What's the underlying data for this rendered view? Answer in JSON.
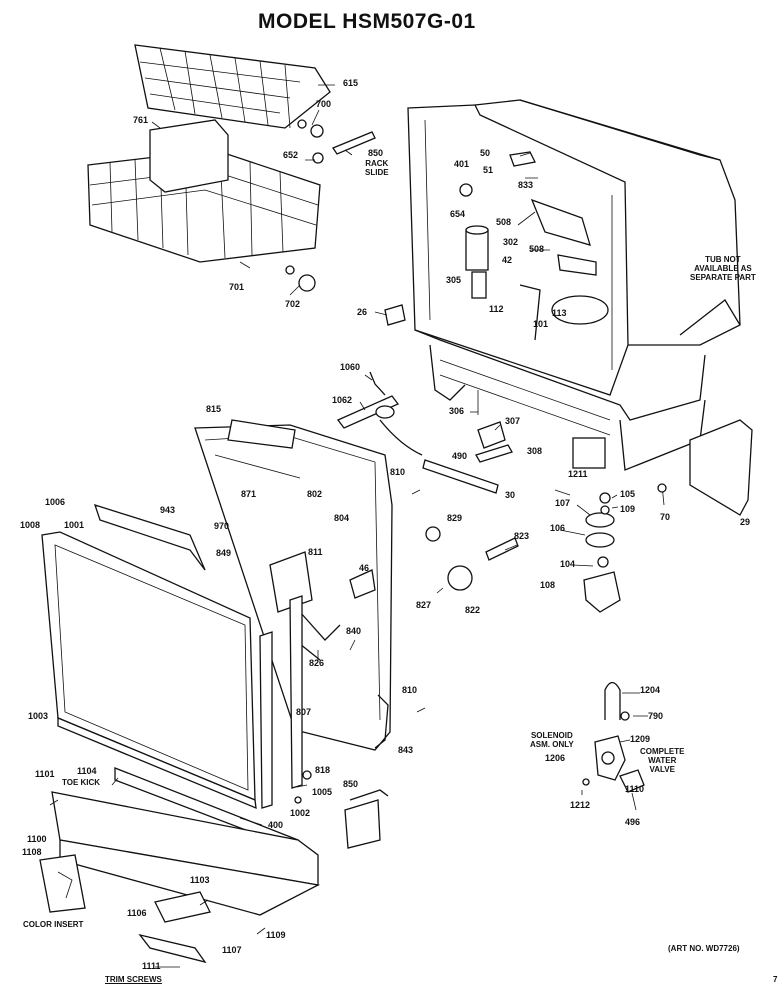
{
  "title": "MODEL HSM507G-01",
  "art_no": "(ART NO. WD7726)",
  "page_mark": "7",
  "notes": {
    "tub": "TUB NOT\nAVAILABLE AS\nSEPARATE PART",
    "rack_slide": "RACK\nSLIDE",
    "toe_kick": "TOE KICK",
    "color_insert": "COLOR INSERT",
    "trim_screws": "TRIM SCREWS",
    "solenoid": "SOLENOID\nASM. ONLY",
    "water_valve": "COMPLETE\nWATER\nVALVE"
  },
  "parts": [
    {
      "id": "p615",
      "text": "615"
    },
    {
      "id": "p700",
      "text": "700"
    },
    {
      "id": "p761",
      "text": "761"
    },
    {
      "id": "p850a",
      "text": "850"
    },
    {
      "id": "p652",
      "text": "652"
    },
    {
      "id": "p701",
      "text": "701"
    },
    {
      "id": "p702",
      "text": "702"
    },
    {
      "id": "p50",
      "text": "50"
    },
    {
      "id": "p51",
      "text": "51"
    },
    {
      "id": "p401",
      "text": "401"
    },
    {
      "id": "p833",
      "text": "833"
    },
    {
      "id": "p654",
      "text": "654"
    },
    {
      "id": "p508a",
      "text": "508"
    },
    {
      "id": "p302",
      "text": "302"
    },
    {
      "id": "p508b",
      "text": "508"
    },
    {
      "id": "p42",
      "text": "42"
    },
    {
      "id": "p305",
      "text": "305"
    },
    {
      "id": "p112",
      "text": "112"
    },
    {
      "id": "p113",
      "text": "113"
    },
    {
      "id": "p101",
      "text": "101"
    },
    {
      "id": "p26",
      "text": "26"
    },
    {
      "id": "p1060",
      "text": "1060"
    },
    {
      "id": "p1062",
      "text": "1062"
    },
    {
      "id": "p306",
      "text": "306"
    },
    {
      "id": "p307",
      "text": "307"
    },
    {
      "id": "p308",
      "text": "308"
    },
    {
      "id": "p490",
      "text": "490"
    },
    {
      "id": "p30",
      "text": "30"
    },
    {
      "id": "p1211",
      "text": "1211"
    },
    {
      "id": "p107",
      "text": "107"
    },
    {
      "id": "p105",
      "text": "105"
    },
    {
      "id": "p109",
      "text": "109"
    },
    {
      "id": "p70",
      "text": "70"
    },
    {
      "id": "p29",
      "text": "29"
    },
    {
      "id": "p106",
      "text": "106"
    },
    {
      "id": "p104",
      "text": "104"
    },
    {
      "id": "p108",
      "text": "108"
    },
    {
      "id": "p815",
      "text": "815"
    },
    {
      "id": "p1006",
      "text": "1006"
    },
    {
      "id": "p1008",
      "text": "1008"
    },
    {
      "id": "p1001",
      "text": "1001"
    },
    {
      "id": "p943",
      "text": "943"
    },
    {
      "id": "p871",
      "text": "871"
    },
    {
      "id": "p802",
      "text": "802"
    },
    {
      "id": "p970",
      "text": "970"
    },
    {
      "id": "p804",
      "text": "804"
    },
    {
      "id": "p810a",
      "text": "810"
    },
    {
      "id": "p849",
      "text": "849"
    },
    {
      "id": "p811",
      "text": "811"
    },
    {
      "id": "p46",
      "text": "46"
    },
    {
      "id": "p829",
      "text": "829"
    },
    {
      "id": "p823",
      "text": "823"
    },
    {
      "id": "p827",
      "text": "827"
    },
    {
      "id": "p822",
      "text": "822"
    },
    {
      "id": "p840",
      "text": "840"
    },
    {
      "id": "p826",
      "text": "826"
    },
    {
      "id": "p807",
      "text": "807"
    },
    {
      "id": "p810b",
      "text": "810"
    },
    {
      "id": "p1003",
      "text": "1003"
    },
    {
      "id": "p843",
      "text": "843"
    },
    {
      "id": "p1204",
      "text": "1204"
    },
    {
      "id": "p790",
      "text": "790"
    },
    {
      "id": "p1209",
      "text": "1209"
    },
    {
      "id": "p1206",
      "text": "1206"
    },
    {
      "id": "p1110",
      "text": "1110"
    },
    {
      "id": "p1212",
      "text": "1212"
    },
    {
      "id": "p496",
      "text": "496"
    },
    {
      "id": "p818",
      "text": "818"
    },
    {
      "id": "p1005",
      "text": "1005"
    },
    {
      "id": "p1002",
      "text": "1002"
    },
    {
      "id": "p850b",
      "text": "850"
    },
    {
      "id": "p1101",
      "text": "1101"
    },
    {
      "id": "p1104",
      "text": "1104"
    },
    {
      "id": "p400",
      "text": "400"
    },
    {
      "id": "p1100",
      "text": "1100"
    },
    {
      "id": "p1108",
      "text": "1108"
    },
    {
      "id": "p1103",
      "text": "1103"
    },
    {
      "id": "p1106",
      "text": "1106"
    },
    {
      "id": "p1109",
      "text": "1109"
    },
    {
      "id": "p1107",
      "text": "1107"
    },
    {
      "id": "p1111",
      "text": "1111"
    }
  ]
}
